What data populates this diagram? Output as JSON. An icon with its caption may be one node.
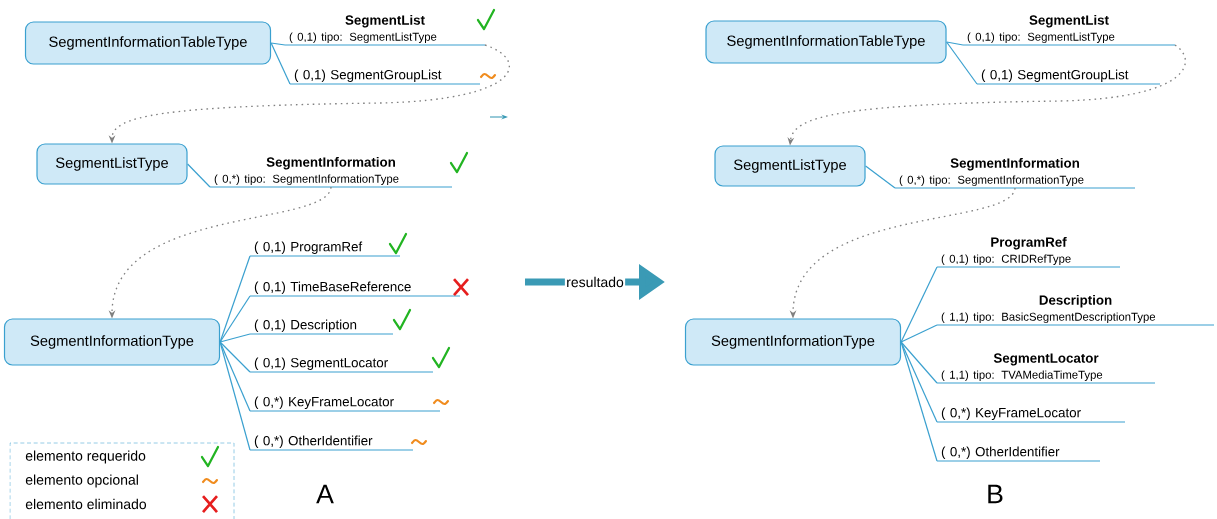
{
  "diagram": {
    "nodes": [
      {
        "text": [
          "SegmentInformationTableType"
        ]
      },
      {
        "text": [
          "SegmentList",
          "( 0,1) tipo: SegmentListType"
        ]
      },
      {
        "text": [
          "( 0,1) SegmentGroupList"
        ]
      },
      {
        "text": [
          "SegmentListType"
        ]
      },
      {
        "text": [
          "SegmentInformation",
          "( 0,*) tipo: SegmentInformationType"
        ]
      },
      {
        "text": [
          "SegmentInformationType"
        ]
      },
      {
        "text": [
          "( 0,1) ProgramRef"
        ]
      },
      {
        "text": [
          "( 0,1) TimeBaseReference"
        ]
      },
      {
        "text": [
          "( 0,1) Description"
        ]
      },
      {
        "text": [
          "( 0,1) SegmentLocator"
        ]
      },
      {
        "text": [
          "( 0,*) KeyFrameLocator"
        ]
      },
      {
        "text": [
          "( 0,*) OtherIdentifier"
        ]
      },
      {
        "text": [
          "SegmentInformationTableType"
        ]
      },
      {
        "text": [
          "SegmentList",
          "( 0,1) tipo: SegmentListType"
        ]
      },
      {
        "text": [
          "( 0,1) SegmentGroupList"
        ]
      },
      {
        "text": [
          "SegmentListType"
        ]
      },
      {
        "text": [
          "SegmentInformation",
          "( 0,*) tipo: SegmentInformationType"
        ]
      },
      {
        "text": [
          "SegmentInformationType"
        ]
      },
      {
        "text": [
          "ProgramRef",
          "( 0,1) tipo: CRIDRefType"
        ]
      },
      {
        "text": [
          "Description",
          "( 1,1) tipo: BasicSegmentDescriptionType"
        ]
      },
      {
        "text": [
          "SegmentLocator",
          "( 1,1) tipo: TVAMediaTimeType"
        ]
      },
      {
        "text": [
          "( 0,*) KeyFrameLocator"
        ]
      },
      {
        "text": [
          "( 0,*) OtherIdentifier"
        ]
      }
    ],
    "edges": [
      {
        "from": 0,
        "to": 1,
        "arrow": "none"
      },
      {
        "from": 0,
        "to": 2,
        "arrow": "none"
      },
      {
        "from": 1,
        "to": 3,
        "arrow": "to",
        "style": "dashed",
        "color": "#808080"
      },
      {
        "from": 3,
        "to": 4,
        "arrow": "none"
      },
      {
        "from": 4,
        "to": 5,
        "arrow": "to",
        "style": "dashed",
        "color": "#808080"
      },
      {
        "from": 5,
        "to": 6,
        "arrow": "none"
      },
      {
        "from": 5,
        "to": 7,
        "arrow": "none"
      },
      {
        "from": 5,
        "to": 8,
        "arrow": "none"
      },
      {
        "from": 5,
        "to": 9,
        "arrow": "none"
      },
      {
        "from": 5,
        "to": 10,
        "arrow": "none"
      },
      {
        "from": 5,
        "to": 11,
        "arrow": "none"
      },
      {
        "from": 12,
        "to": 13,
        "arrow": "none"
      },
      {
        "from": 12,
        "to": 14,
        "arrow": "none"
      },
      {
        "from": 13,
        "to": 15,
        "arrow": "to",
        "style": "dashed",
        "color": "#808080"
      },
      {
        "from": 15,
        "to": 16,
        "arrow": "none"
      },
      {
        "from": 16,
        "to": 17,
        "arrow": "to",
        "style": "dashed",
        "color": "#808080"
      },
      {
        "from": 17,
        "to": 18,
        "arrow": "none"
      },
      {
        "from": 17,
        "to": 19,
        "arrow": "none"
      },
      {
        "from": 17,
        "to": 20,
        "arrow": "none"
      },
      {
        "from": 17,
        "to": 21,
        "arrow": "none"
      },
      {
        "from": 17,
        "to": 22,
        "arrow": "none"
      }
    ],
    "labels": [
      "resultado",
      "A",
      "B"
    ],
    "legend": [
      {
        "text": "elemento requerido"
      },
      {
        "text": "elemento opcional"
      },
      {
        "text": "elemento eliminado"
      }
    ]
  }
}
